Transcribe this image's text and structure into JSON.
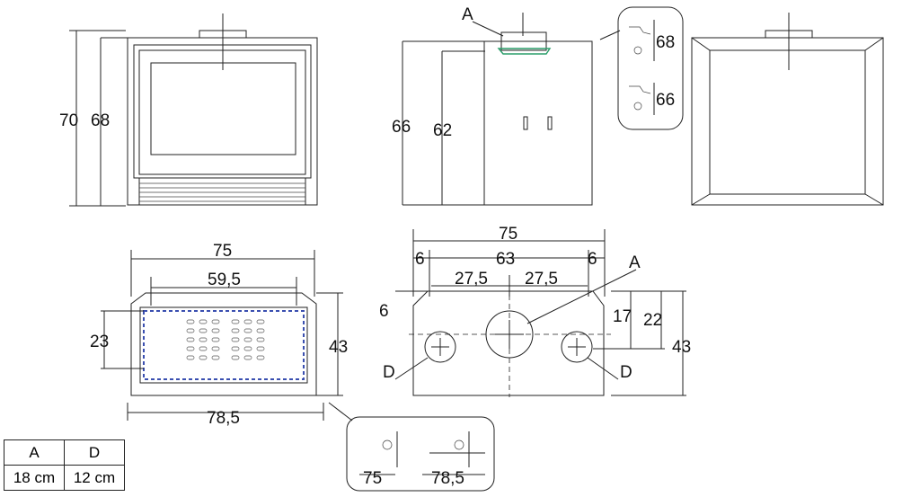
{
  "front_view": {
    "dim_height_outer": "70",
    "dim_height_inner": "68"
  },
  "side_view": {
    "label_a": "A",
    "dim_height_outer": "66",
    "dim_height_inner": "62"
  },
  "detail_top": {
    "dim_upper": "68",
    "dim_lower": "66"
  },
  "plan_view": {
    "dim_width_outer": "75",
    "dim_width_inner": "59,5",
    "dim_depth_left": "23",
    "dim_depth_right": "43",
    "dim_width_bottom": "78,5"
  },
  "top_view": {
    "dim_total": "75",
    "dim_side_left": "6",
    "dim_middle": "63",
    "dim_side_right": "6",
    "dim_half_left": "27,5",
    "dim_half_right": "27,5",
    "dim_corner": "6",
    "label_a": "A",
    "dim_17": "17",
    "dim_22": "22",
    "dim_43": "43",
    "label_d_left": "D",
    "label_d_right": "D"
  },
  "detail_bottom": {
    "dim_left": "75",
    "dim_right": "78,5"
  },
  "legend": {
    "headers": [
      "A",
      "D"
    ],
    "values": [
      "18 cm",
      "12 cm"
    ]
  }
}
